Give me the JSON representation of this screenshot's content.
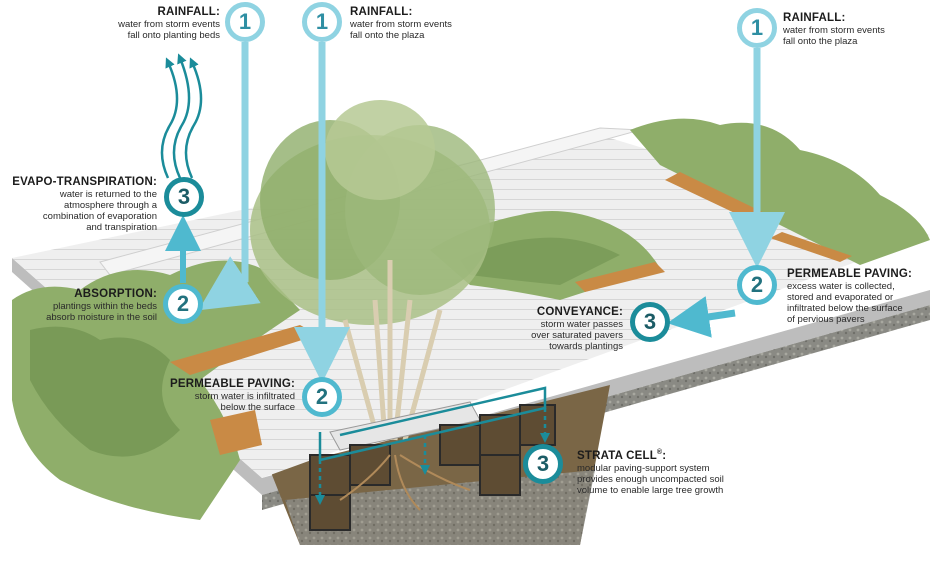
{
  "colors": {
    "light_cyan": "#8fd3e2",
    "mid_cyan": "#4fb9cf",
    "teal": "#1b8c9a",
    "plaza": "#ececec",
    "soil": "#6b5a3e",
    "planting": "#8fae6a",
    "bench": "#c98a45"
  },
  "labels": {
    "rainfall_beds": {
      "title": "RAINFALL:",
      "body": "water from storm events\nfall onto  planting beds",
      "step": "1"
    },
    "rainfall_plaza_center": {
      "title": "RAINFALL:",
      "body": "water from storm events\nfall onto the plaza",
      "step": "1"
    },
    "rainfall_plaza_right": {
      "title": "RAINFALL:",
      "body": "water from storm events\nfall onto the plaza",
      "step": "1"
    },
    "evapo": {
      "title": "EVAPO-TRANSPIRATION:",
      "body": "water is returned to the\natmosphere through a\ncombination of evaporation\nand transpiration",
      "step": "3"
    },
    "absorption": {
      "title": "ABSORPTION:",
      "body": "plantings within the beds\nabsorb moisture in the soil",
      "step": "2"
    },
    "permeable_right": {
      "title": "PERMEABLE PAVING:",
      "body": "excess water is collected,\nstored and evaporated or\ninfiltrated below the surface\nof pervious pavers",
      "step": "2"
    },
    "conveyance": {
      "title": "CONVEYANCE:",
      "body": "storm water passes\nover saturated pavers\ntowards plantings",
      "step": "3"
    },
    "permeable_center": {
      "title": "PERMEABLE PAVING:",
      "body": "storm water is infiltrated\nbelow the surface",
      "step": "2"
    },
    "strata": {
      "title": "STRATA CELL",
      "title_sup": "®",
      "title_end": ":",
      "body": "modular paving-support system\nprovides enough uncompacted soil\nvolume to enable large tree growth",
      "step": "3"
    }
  }
}
